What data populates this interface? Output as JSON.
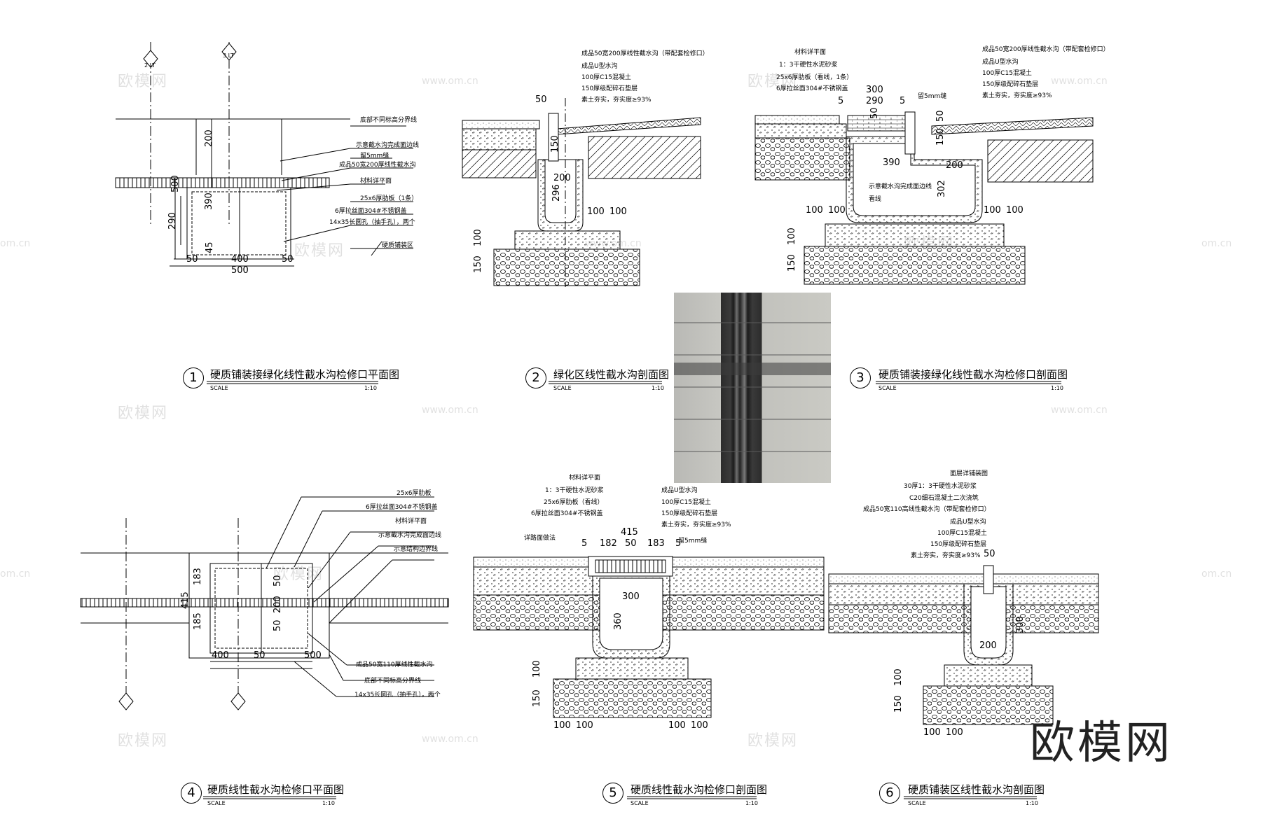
{
  "watermarks": {
    "brand": "欧模网",
    "site": "www.om.cn",
    "corner": "om.cn"
  },
  "diagrams": [
    {
      "id": 1,
      "number": "1",
      "title": "硬质铺装接绿化线性截水沟检修口平面图",
      "scale_label": "SCALE",
      "scale": "1:10",
      "section_marks": [
        "2 LT",
        "3 LT"
      ],
      "annotations": [
        "底部不同标高分界线",
        "示意截水沟完成面边线",
        "留5mm缝",
        "成品50宽200厚线性截水沟",
        "材料详平面",
        "25x6厚肋板（1条）",
        "6厚拉丝面304#不锈钢盖",
        "14x35长圆孔（抽手孔），两个",
        "硬质铺装区"
      ],
      "dims": [
        "200",
        "500",
        "390",
        "290",
        "45",
        "50",
        "400",
        "50",
        "500"
      ]
    },
    {
      "id": 2,
      "number": "2",
      "title": "绿化区线性截水沟剖面图",
      "scale_label": "SCALE",
      "scale": "1:10",
      "annotations": [
        "成品50宽200厚线性截水沟（带配套检修口）",
        "成品U型水沟",
        "100厚C15混凝土",
        "150厚级配碎石垫层",
        "素土夯实，夯实度≥93%"
      ],
      "dims": [
        "50",
        "150",
        "200",
        "296",
        "100",
        "100",
        "100",
        "150"
      ]
    },
    {
      "id": 3,
      "number": "3",
      "title": "硬质铺装接绿化线性截水沟检修口剖面图",
      "scale_label": "SCALE",
      "scale": "1:10",
      "annotations": [
        "材料详平面",
        "1：3干硬性水泥砂浆",
        "25x6厚肋板（看线，1条）",
        "6厚拉丝面304#不锈钢盖",
        "留5mm缝",
        "成品50宽200厚线性截水沟（带配套检修口）",
        "成品U型水沟",
        "100厚C15混凝土",
        "150厚级配碎石垫层",
        "素土夯实，夯实度≥93%",
        "示意截水沟完成面边线",
        "看线"
      ],
      "dims": [
        "300",
        "5",
        "290",
        "5",
        "50",
        "150",
        "50",
        "390",
        "200",
        "302",
        "100",
        "100",
        "100",
        "100",
        "100",
        "150"
      ]
    },
    {
      "id": 4,
      "number": "4",
      "title": "硬质线性截水沟检修口平面图",
      "scale_label": "SCALE",
      "scale": "1:10",
      "annotations": [
        "25x6厚肋板",
        "6厚拉丝面304#不锈钢盖",
        "材料详平面",
        "示意截水沟完成面边线",
        "示意结构边界线",
        "成品50宽110厚线性截水沟",
        "底部不同标高分界线",
        "14x35长圆孔（抽手孔），两个"
      ],
      "dims": [
        "183",
        "415",
        "185",
        "50",
        "200",
        "50",
        "400",
        "50",
        "500"
      ]
    },
    {
      "id": 5,
      "number": "5",
      "title": "硬质线性截水沟检修口剖面图",
      "scale_label": "SCALE",
      "scale": "1:10",
      "annotations": [
        "材料详平面",
        "1：3干硬性水泥砂浆",
        "25x6厚肋板（看线）",
        "6厚拉丝面304#不锈钢盖",
        "成品U型水沟",
        "100厚C15混凝土",
        "150厚级配碎石垫层",
        "素土夯实，夯实度≥93%",
        "留5mm缝",
        "详路面做法"
      ],
      "dims": [
        "415",
        "5",
        "182",
        "50",
        "183",
        "5",
        "300",
        "360",
        "100",
        "150",
        "100",
        "100",
        "100",
        "100"
      ]
    },
    {
      "id": 6,
      "number": "6",
      "title": "硬质铺装区线性截水沟剖面图",
      "scale_label": "SCALE",
      "scale": "1:10",
      "annotations": [
        "面层详铺装图",
        "30厚1：3干硬性水泥砂浆",
        "C20细石混凝土二次浇筑",
        "成品50宽110高线性截水沟（带配套检修口）",
        "成品U型水沟",
        "100厚C15混凝土",
        "150厚级配碎石垫层",
        "素土夯实，夯实度≥93%"
      ],
      "dims": [
        "50",
        "300",
        "200",
        "100",
        "150",
        "100",
        "100"
      ]
    }
  ],
  "photo": {
    "alt": "photo of stainless steel linear slot drain set in granite paving"
  }
}
